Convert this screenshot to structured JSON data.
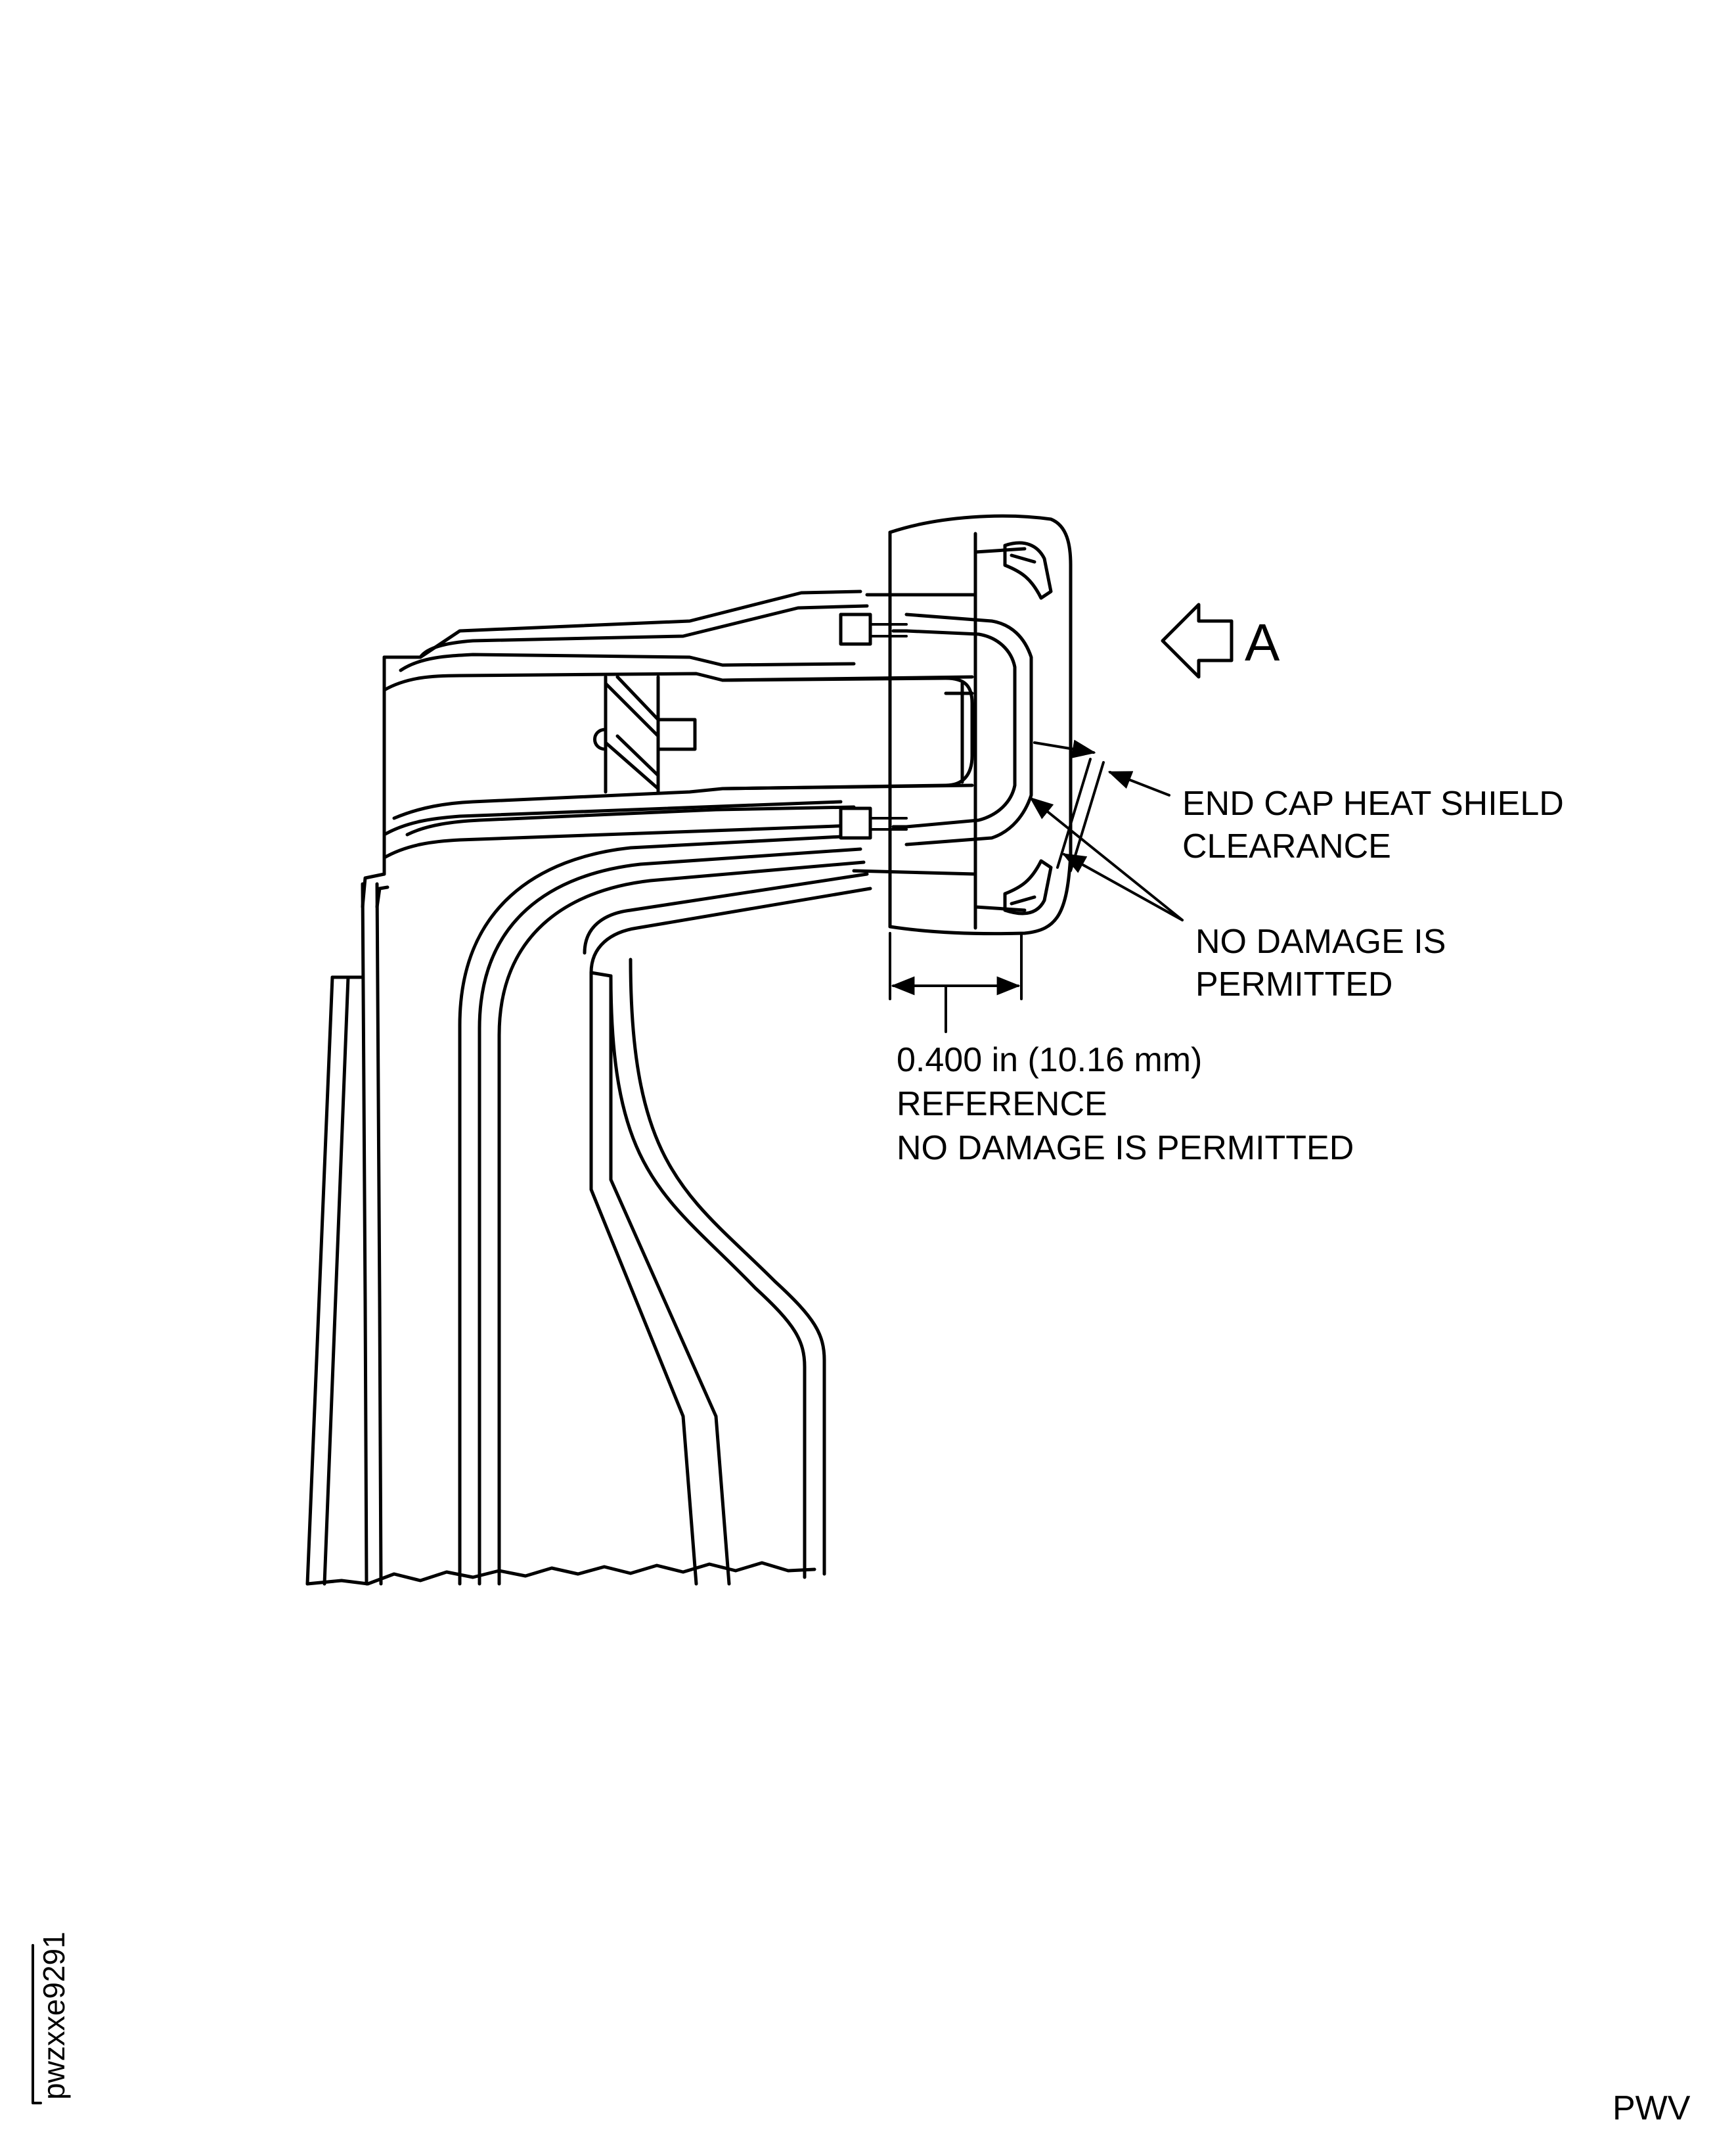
{
  "view_marker": {
    "letter": "A"
  },
  "callouts": {
    "clearance": {
      "lines": [
        "END CAP HEAT SHIELD",
        "CLEARANCE"
      ]
    },
    "no_damage": {
      "lines": [
        "NO DAMAGE IS",
        "PERMITTED"
      ]
    },
    "dimension": {
      "lines": [
        "0.400 in (10.16 mm)",
        "REFERENCE",
        "NO DAMAGE IS PERMITTED"
      ]
    }
  },
  "figure_id": "pwzxxe9291",
  "footer_code": "PWV"
}
